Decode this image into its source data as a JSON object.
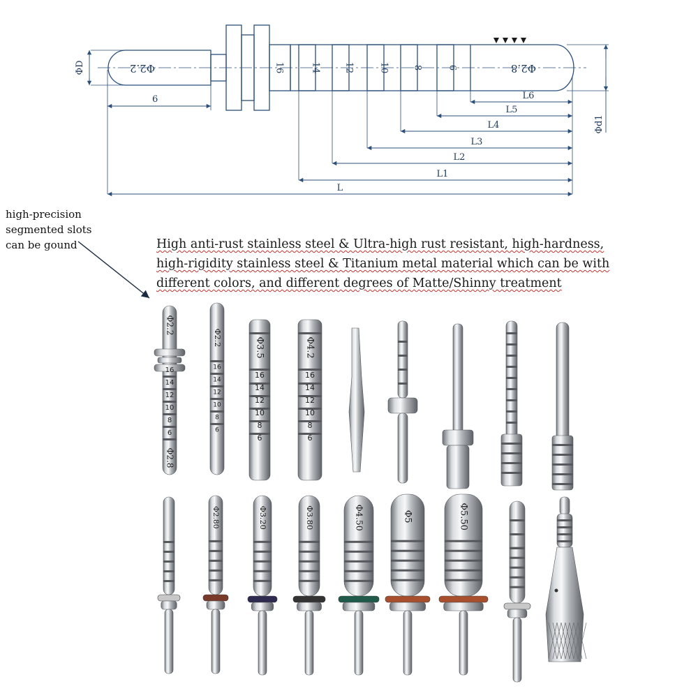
{
  "drawing": {
    "ring_labels": [
      "16",
      "14",
      "12",
      "10",
      "8",
      "6"
    ],
    "tip_left_label": "Φ2.2",
    "tip_right_label": "Φ2.8",
    "shaft_diameter_label": "ΦD",
    "tip_diameter_label": "Φd1",
    "handle_length_label": "6",
    "length_labels": [
      "L6",
      "L5",
      "L4",
      "L3",
      "L2",
      "L1",
      "L"
    ]
  },
  "note": {
    "lines": [
      "high-precision",
      "segmented slots",
      "can be gound"
    ]
  },
  "description": {
    "lines": [
      "High anti-rust stainless steel & Ultra-high rust resistant, high-hardness,",
      "high-rigidity stainless steel & Titanium metal material which can be with",
      "different colors, and different degrees of Matte/Shinny treatment"
    ]
  },
  "tools": {
    "row1": [
      {
        "engraving": "Φ2.2",
        "depth_marks": [
          "16",
          "14",
          "12",
          "10",
          "8",
          "6"
        ],
        "end_mark": "Φ2.8"
      },
      {
        "engraving": "Φ2.2",
        "depth_marks": [
          "16",
          "14",
          "12",
          "10",
          "8",
          "6"
        ]
      },
      {
        "engraving": "Φ3.5",
        "depth_marks": [
          "16",
          "14",
          "12",
          "10",
          "8",
          "6"
        ]
      },
      {
        "engraving": "Φ4.2",
        "depth_marks": [
          "16",
          "14",
          "12",
          "10",
          "8",
          "6"
        ]
      },
      {},
      {},
      {},
      {},
      {}
    ],
    "row2": [
      {
        "engraving": ""
      },
      {
        "engraving": "Φ2.80"
      },
      {
        "engraving": "Φ3.20"
      },
      {
        "engraving": "Φ3.80"
      },
      {
        "engraving": "Φ4.50"
      },
      {
        "engraving": "Φ5"
      },
      {
        "engraving": "Φ5.50"
      },
      {
        "engraving": ""
      },
      {
        "engraving": ""
      }
    ],
    "ring_colors": [
      "#c8c8c8",
      "#7a3a2a",
      "#2e2a50",
      "#333333",
      "#1f5a4a",
      "#a8502e",
      "#a8502e",
      "#c8c8c8",
      "#c8c8c8"
    ]
  },
  "colors": {
    "drawing_line": "#2a4f7a",
    "underline": "#c0342f",
    "steel": "#a9adb2"
  }
}
